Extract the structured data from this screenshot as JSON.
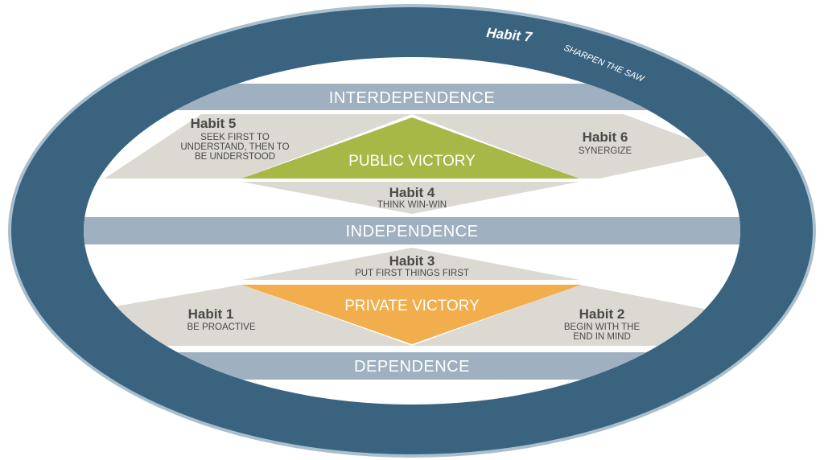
{
  "diagram": {
    "ring": {
      "habit7_title": "Habit 7",
      "habit7_desc": "SHARPEN THE SAW"
    },
    "bands": {
      "interdependence": "INTERDEPENDENCE",
      "independence": "INDEPENDENCE",
      "dependence": "DEPENDENCE"
    },
    "victories": {
      "public": "PUBLIC VICTORY",
      "private": "PRIVATE VICTORY"
    },
    "habits": {
      "h1": {
        "title": "Habit 1",
        "desc": [
          "BE PROACTIVE"
        ]
      },
      "h2": {
        "title": "Habit 2",
        "desc": [
          "BEGIN WITH THE",
          "END IN MIND"
        ]
      },
      "h3": {
        "title": "Habit 3",
        "desc": [
          "PUT FIRST THINGS FIRST"
        ]
      },
      "h4": {
        "title": "Habit 4",
        "desc": [
          "THINK WIN-WIN"
        ]
      },
      "h5": {
        "title": "Habit 5",
        "desc": [
          "SEEK FIRST TO",
          "UNDERSTAND, THEN TO",
          "BE UNDERSTOOD"
        ]
      },
      "h6": {
        "title": "Habit 6",
        "desc": [
          "SYNERGIZE"
        ]
      }
    },
    "colors": {
      "ring": "#3a6380",
      "ring_edge": "#a9bfcd",
      "band": "#9fb1c0",
      "panel": "#dcd8d2",
      "public_victory": "#a8b846",
      "private_victory": "#f2ae4c"
    }
  }
}
